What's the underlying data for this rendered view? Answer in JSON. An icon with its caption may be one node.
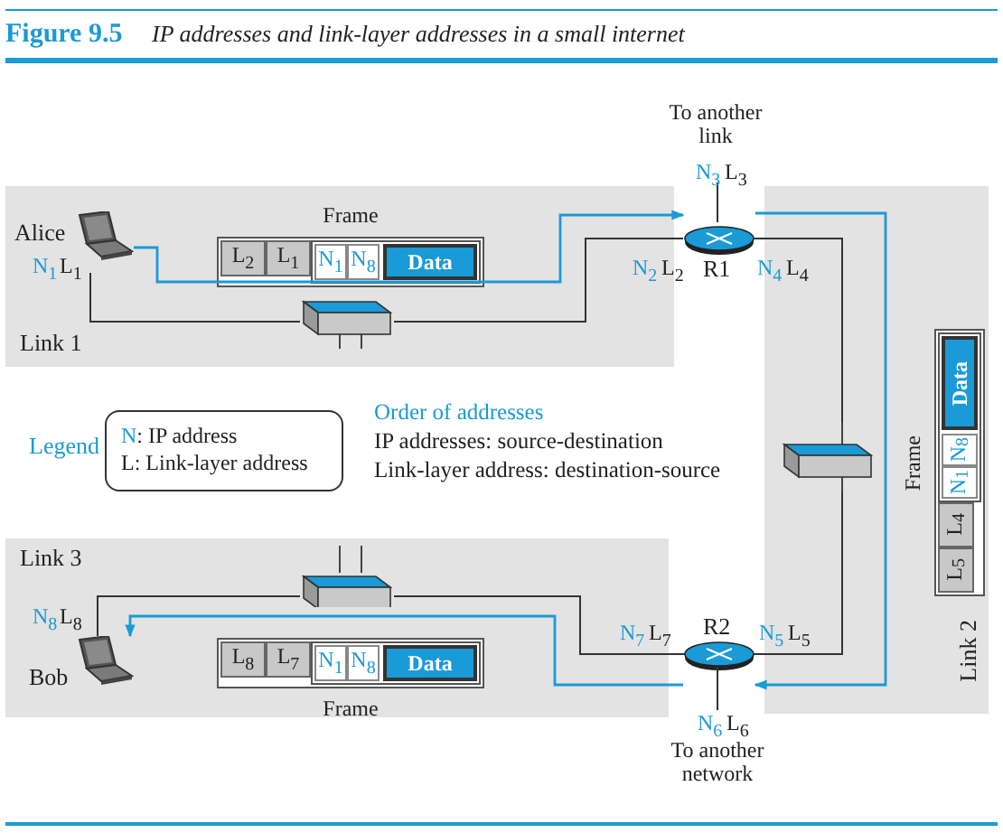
{
  "diagram": {
    "title": "Figure 9.5",
    "caption": "IP addresses and link-layer addresses in a small internet",
    "nodes": [
      {
        "text": [
          "Link 1"
        ]
      },
      {
        "text": [
          "Alice"
        ],
        "in": 0,
        "beside": [
          "N$_{1}$",
          "L$_{1}$"
        ]
      },
      {
        "text": [],
        "shape": "box",
        "in": 0
      },
      {
        "text": [
          "Frame",
          "L$_{2}$",
          "L$_{1}$",
          "N$_{1}$",
          "N$_{8}$",
          "Data"
        ],
        "in": 0
      },
      {
        "text": [
          "R1"
        ],
        "beside": [
          "N$_{3}$",
          "L$_{3}$",
          "N$_{2}$",
          "L$_{2}$",
          "N$_{4}$",
          "L$_{4}$"
        ]
      },
      {
        "text": [
          "To another link"
        ]
      },
      {
        "text": [
          "Link 2"
        ]
      },
      {
        "text": [],
        "shape": "box",
        "in": 6
      },
      {
        "text": [
          "Frame",
          "L$_{5}$",
          "L$_{4}$",
          "N$_{1}$",
          "N$_{8}$",
          "Data"
        ],
        "in": 6
      },
      {
        "text": [
          "R2"
        ],
        "beside": [
          "N$_{7}$",
          "L$_{7}$",
          "N$_{5}$",
          "L$_{5}$",
          "N$_{6}$",
          "L$_{6}$"
        ]
      },
      {
        "text": [
          "To another network"
        ]
      },
      {
        "text": [
          "Link 3"
        ]
      },
      {
        "text": [],
        "shape": "box",
        "in": 11
      },
      {
        "text": [
          "Frame",
          "L$_{8}$",
          "L$_{7}$",
          "N$_{1}$",
          "N$_{8}$",
          "Data"
        ],
        "in": 11
      },
      {
        "text": [
          "Bob"
        ],
        "in": 11,
        "beside": [
          "N$_{8}$",
          "L$_{8}$"
        ]
      },
      {
        "text": [
          "N: IP address",
          "L: Link-layer address"
        ],
        "beside": [
          "Legend"
        ]
      }
    ],
    "edges": [
      {
        "from": 1,
        "to": 2,
        "arrow": "none"
      },
      {
        "from": 2,
        "to": 4,
        "arrow": "none"
      },
      {
        "from": 4,
        "to": 5,
        "arrow": "none"
      },
      {
        "from": 4,
        "to": 7,
        "arrow": "none"
      },
      {
        "from": 7,
        "to": 9,
        "arrow": "none"
      },
      {
        "from": 9,
        "to": 10,
        "arrow": "none"
      },
      {
        "from": 9,
        "to": 12,
        "arrow": "none"
      },
      {
        "from": 12,
        "to": 14,
        "arrow": "none"
      },
      {
        "from": 1,
        "to": 4,
        "arrow": "to",
        "color": "#1a9ad6"
      },
      {
        "from": 4,
        "to": 9,
        "arrow": "to",
        "color": "#1a9ad6"
      },
      {
        "from": 9,
        "to": 14,
        "arrow": "to",
        "color": "#1a9ad6"
      }
    ],
    "labels": [
      "Order of addresses",
      "IP addresses: source-destination",
      "Link-layer address: destination-source"
    ]
  }
}
